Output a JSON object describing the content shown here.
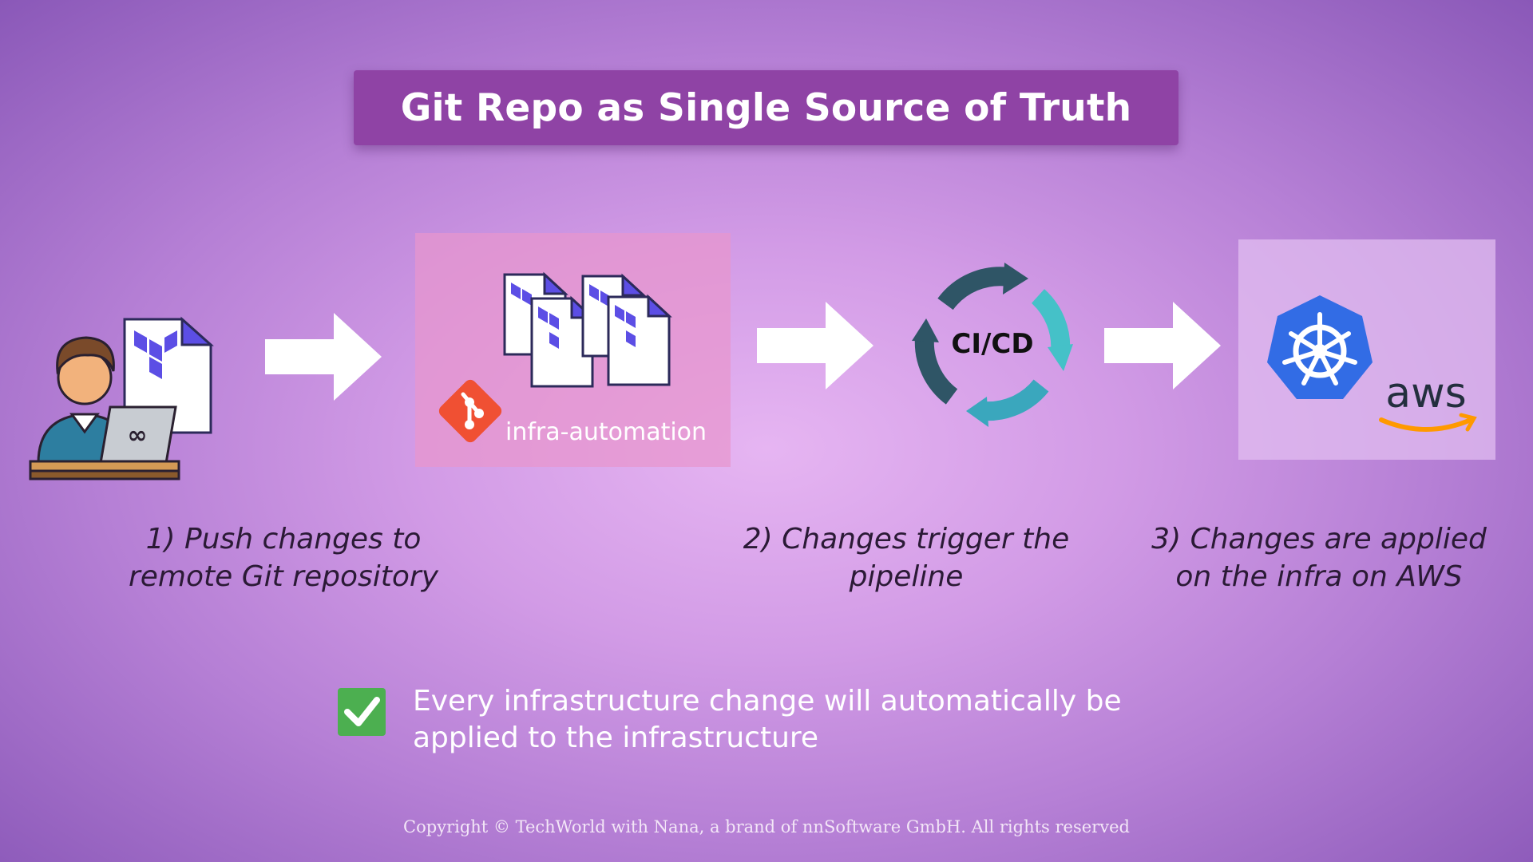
{
  "title": "Git Repo as Single Source of Truth",
  "repo": {
    "name": "infra-automation"
  },
  "cicd_label": "CI/CD",
  "aws_label": "aws",
  "steps": [
    {
      "text": "1) Push changes to\nremote Git repository"
    },
    {
      "text": "2) Changes trigger the\npipeline"
    },
    {
      "text": "3) Changes are applied\non the infra on AWS"
    }
  ],
  "note": "Every infrastructure change will automatically be\napplied to the infrastructure",
  "footer": "Copyright © TechWorld with Nana, a brand of nnSoftware GmbH. All rights reserved",
  "icons": [
    "developer-icon",
    "terraform-file-icon",
    "git-icon",
    "cicd-cycle-icon",
    "kubernetes-icon",
    "aws-logo-icon",
    "checkmark-icon"
  ],
  "colors": {
    "title_bg": "#8f43a5",
    "terraform": "#5c4ee5",
    "git": "#f05033",
    "kubernetes": "#326ce5",
    "aws_smile": "#ff9900",
    "check": "#4caf50"
  }
}
